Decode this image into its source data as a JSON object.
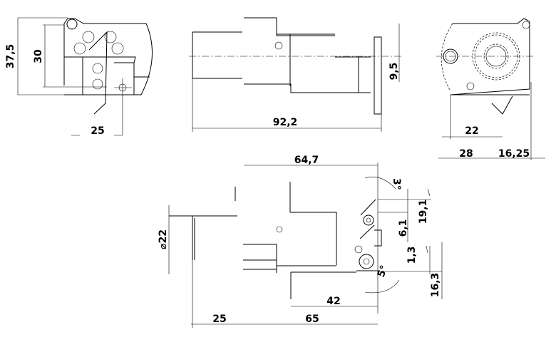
{
  "drawing": {
    "side_view": {
      "dim_height_outer": "37,5",
      "dim_height_inner": "30",
      "dim_width": "25"
    },
    "top_view": {
      "dim_length": "92,2",
      "dim_offset": "9,5"
    },
    "end_view": {
      "dim_22": "22",
      "dim_28": "28",
      "dim_16_25": "16,25"
    },
    "front_view": {
      "dim_64_7": "64,7",
      "dim_angle_top": "3°",
      "dim_6_1": "6,1",
      "dim_19_1": "19,1",
      "dim_diameter": "⌀22",
      "dim_1_3": "1,3",
      "dim_16_3": "16,3",
      "dim_angle_bottom": "5°",
      "dim_42": "42",
      "dim_25": "25",
      "dim_65": "65"
    }
  }
}
